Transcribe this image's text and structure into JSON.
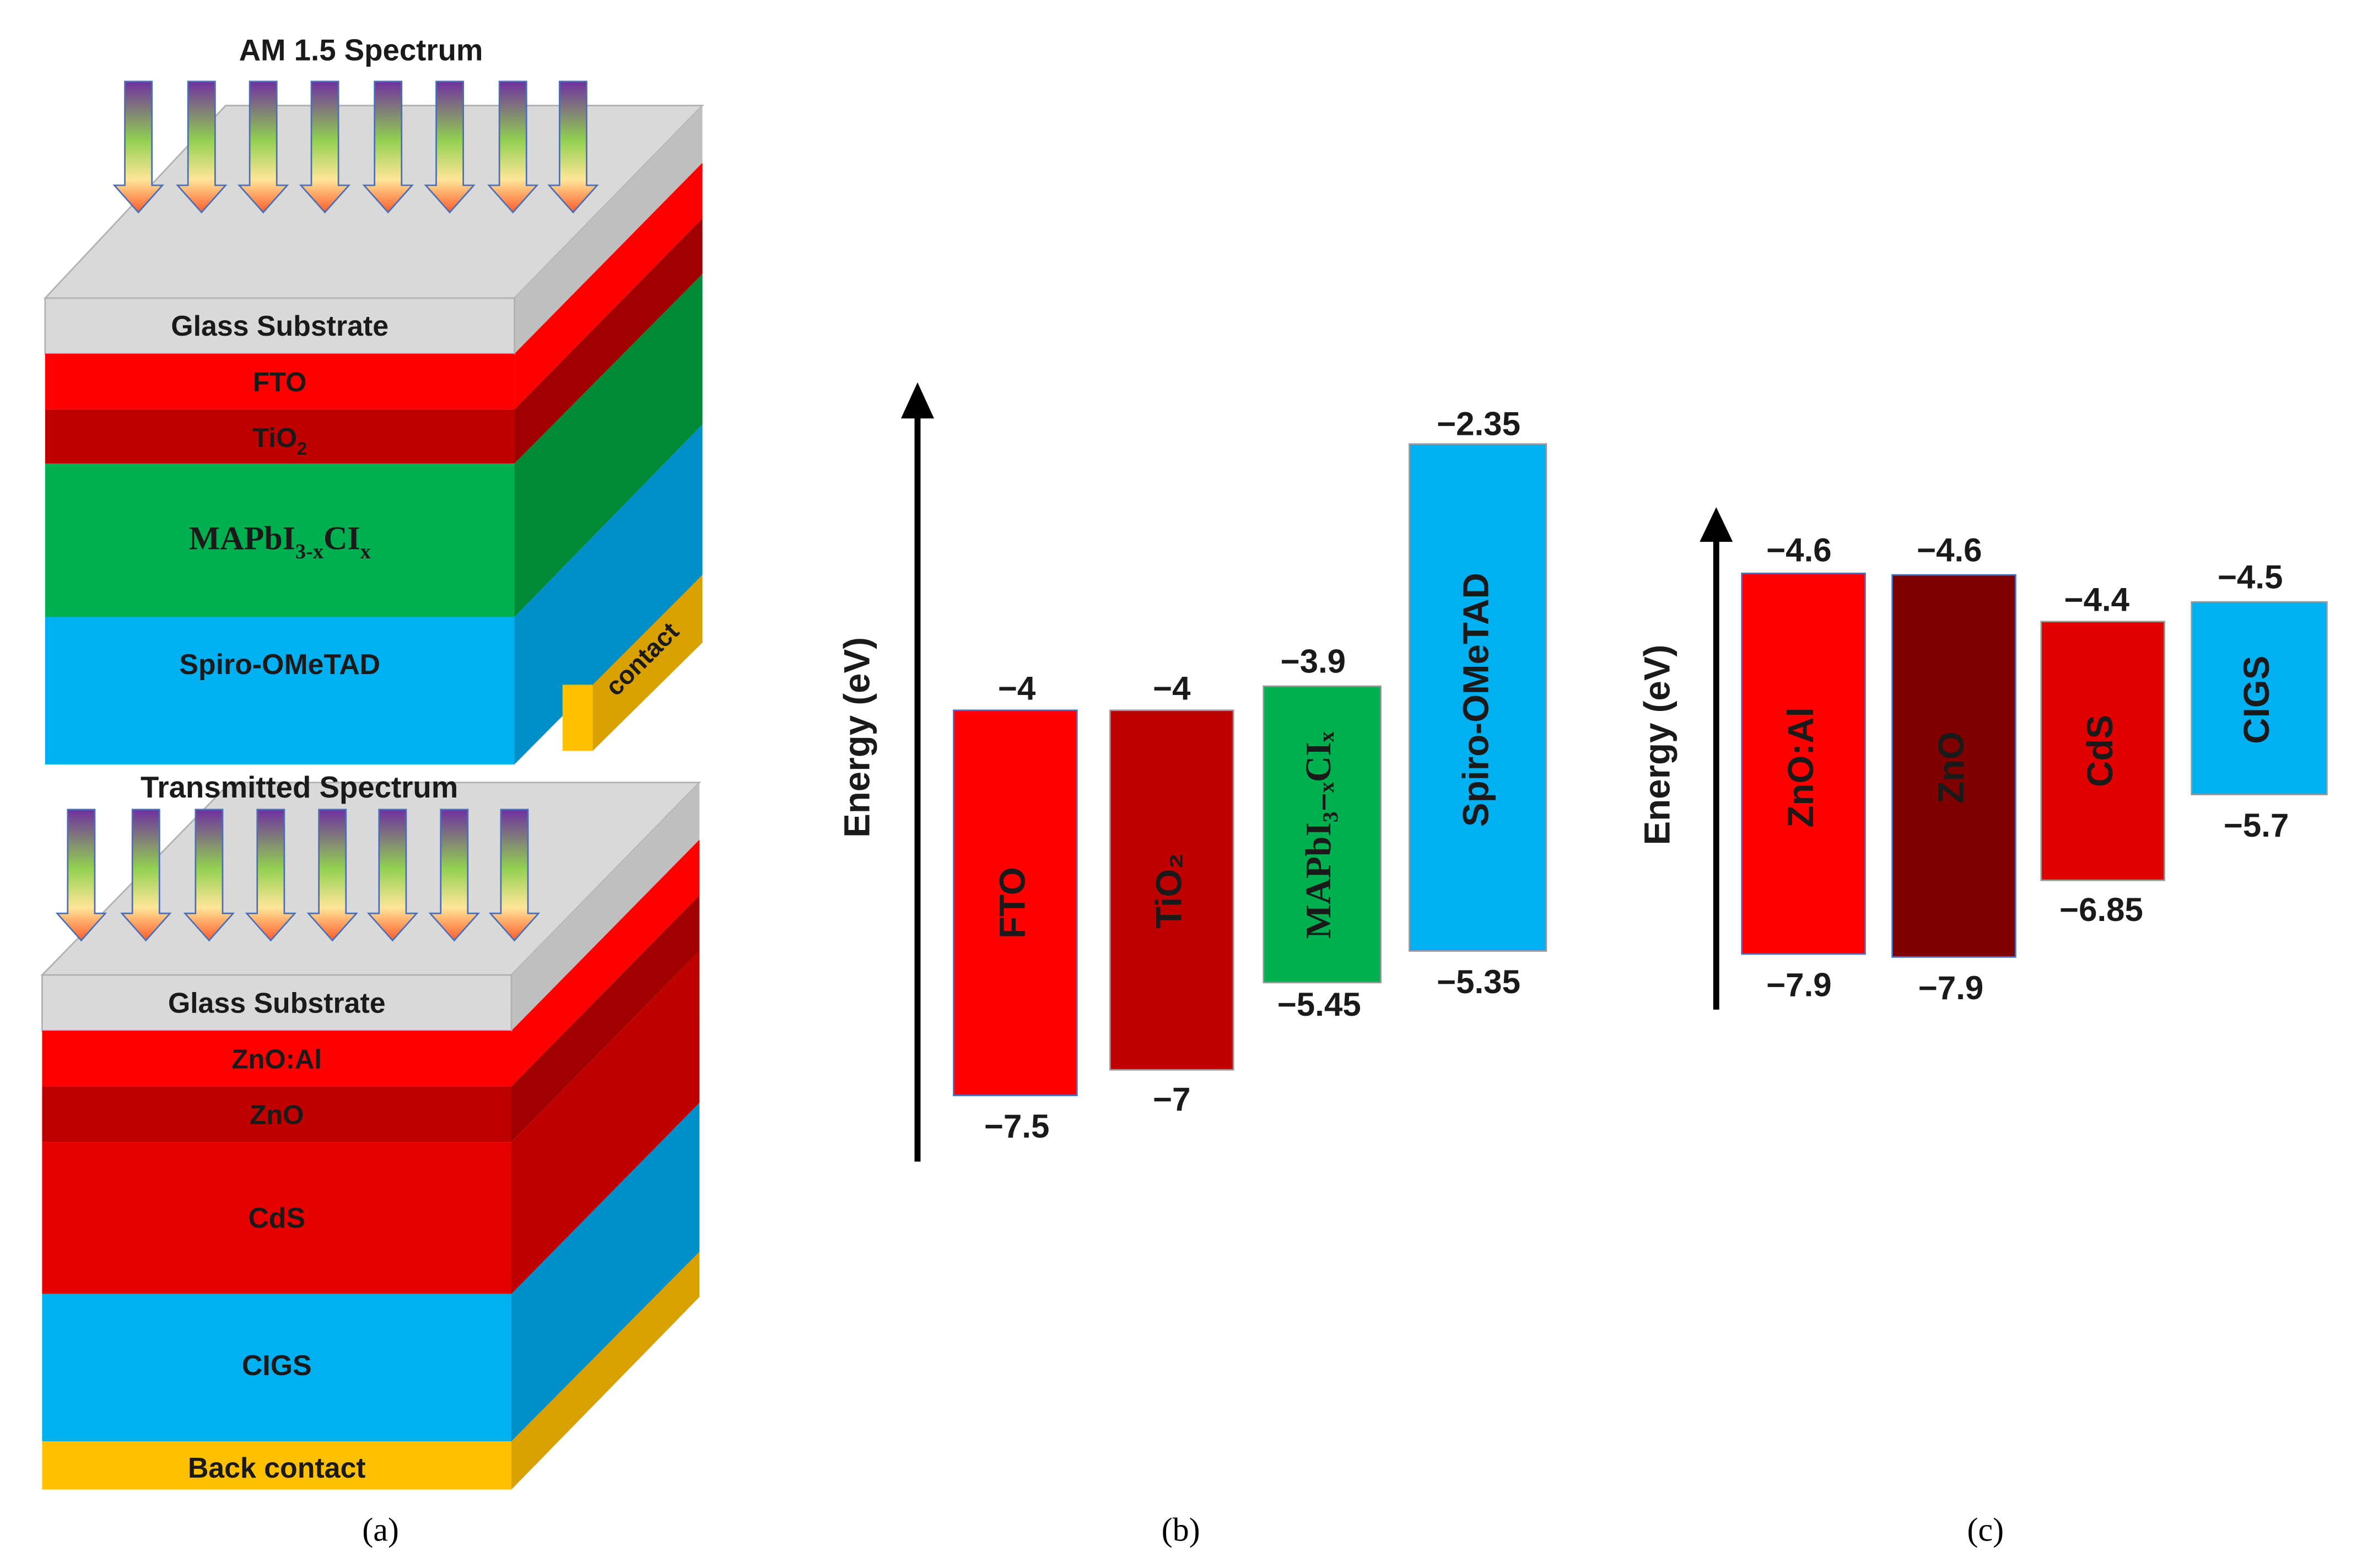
{
  "panel_a": {
    "top_spectrum_title": "AM 1.5 Spectrum",
    "bottom_spectrum_title": "Transmitted Spectrum",
    "top_stack": {
      "glass": "Glass Substrate",
      "fto": "FTO",
      "tio2_base": "TiO",
      "tio2_sub": "2",
      "perovskite_base": "MAPbI",
      "perovskite_sub1": "3-x",
      "perovskite_mid": "CI",
      "perovskite_sub2": "x",
      "spiro": "Spiro-OMeTAD",
      "contact": "contact"
    },
    "bottom_stack": {
      "glass": "Glass Substrate",
      "znoal": "ZnO:Al",
      "zno": "ZnO",
      "cds": "CdS",
      "cigs": "CIGS",
      "back_contact": "Back contact"
    },
    "colors": {
      "glass": "#d9d9d9",
      "fto": "#ff0000",
      "tio2": "#c00000",
      "perovskite": "#00b050",
      "spiro": "#00b0f0",
      "contact": "#ffc000",
      "cds": "#e60000"
    }
  },
  "panel_b": {
    "axis_label": "Energy (eV)",
    "bars": [
      {
        "label": "FTO",
        "top": "−4",
        "bottom": "−7.5",
        "color": "#ff0000"
      },
      {
        "label": "TiO₂",
        "top": "−4",
        "bottom": "−7",
        "color": "#c00000"
      },
      {
        "label": "MAPbI₃₋ₓCIₓ",
        "top": "−3.9",
        "bottom": "−5.45",
        "color": "#00b050"
      },
      {
        "label": "Spiro-OMeTAD",
        "top": "−2.35",
        "bottom": "−5.35",
        "color": "#00b0f0"
      }
    ]
  },
  "panel_c": {
    "axis_label": "Energy (eV)",
    "bars": [
      {
        "label": "ZnO:Al",
        "top": "−4.6",
        "bottom": "−7.9",
        "color": "#ff0000"
      },
      {
        "label": "ZnO",
        "top": "−4.6",
        "bottom": "−7.9",
        "color": "#800000"
      },
      {
        "label": "CdS",
        "top": "−4.4",
        "bottom": "−6.85",
        "color": "#e00000"
      },
      {
        "label": "CIGS",
        "top": "−4.5",
        "bottom": "−5.7",
        "color": "#00b0f0"
      }
    ]
  },
  "captions": {
    "a": "(a)",
    "b": "(b)",
    "c": "(c)"
  }
}
